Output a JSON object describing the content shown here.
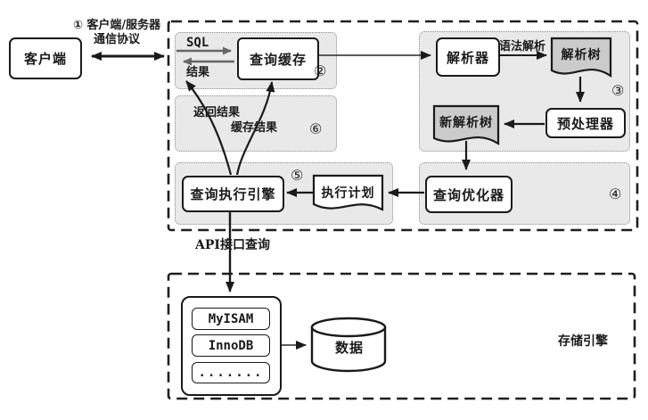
{
  "client": {
    "label": "客户端"
  },
  "protocol": {
    "line1": "① 客户端/服务器",
    "line2": "通信协议"
  },
  "server": {
    "cache_region": {
      "sql_label": "SQL",
      "result_label": "结果",
      "query_cache": "查询缓存",
      "step": "②"
    },
    "parse_region": {
      "parser": "解析器",
      "syntax_label": "语法解析",
      "parse_tree": "解析树",
      "step": "③",
      "preprocessor": "预处理器",
      "new_parse_tree": "新解析树"
    },
    "result_region": {
      "return_result": "返回结果",
      "cache_result": "缓存结果",
      "step": "⑥"
    },
    "exec_region": {
      "engine": "查询执行引擎",
      "plan": "执行计划",
      "step": "⑤"
    },
    "optimizer_region": {
      "optimizer": "查询优化器",
      "step": "④"
    }
  },
  "api_label": "API接口查询",
  "storage": {
    "engines": [
      "MyISAM",
      "InnoDB",
      "......."
    ],
    "data": "数据",
    "label": "存储引擎"
  },
  "colors": {
    "region_fill": "#e9e9e9",
    "doc_fill": "#cbcbcb",
    "border": "#1a1a1a",
    "gray_arrow": "#6e6e6e",
    "background": "#ffffff"
  }
}
